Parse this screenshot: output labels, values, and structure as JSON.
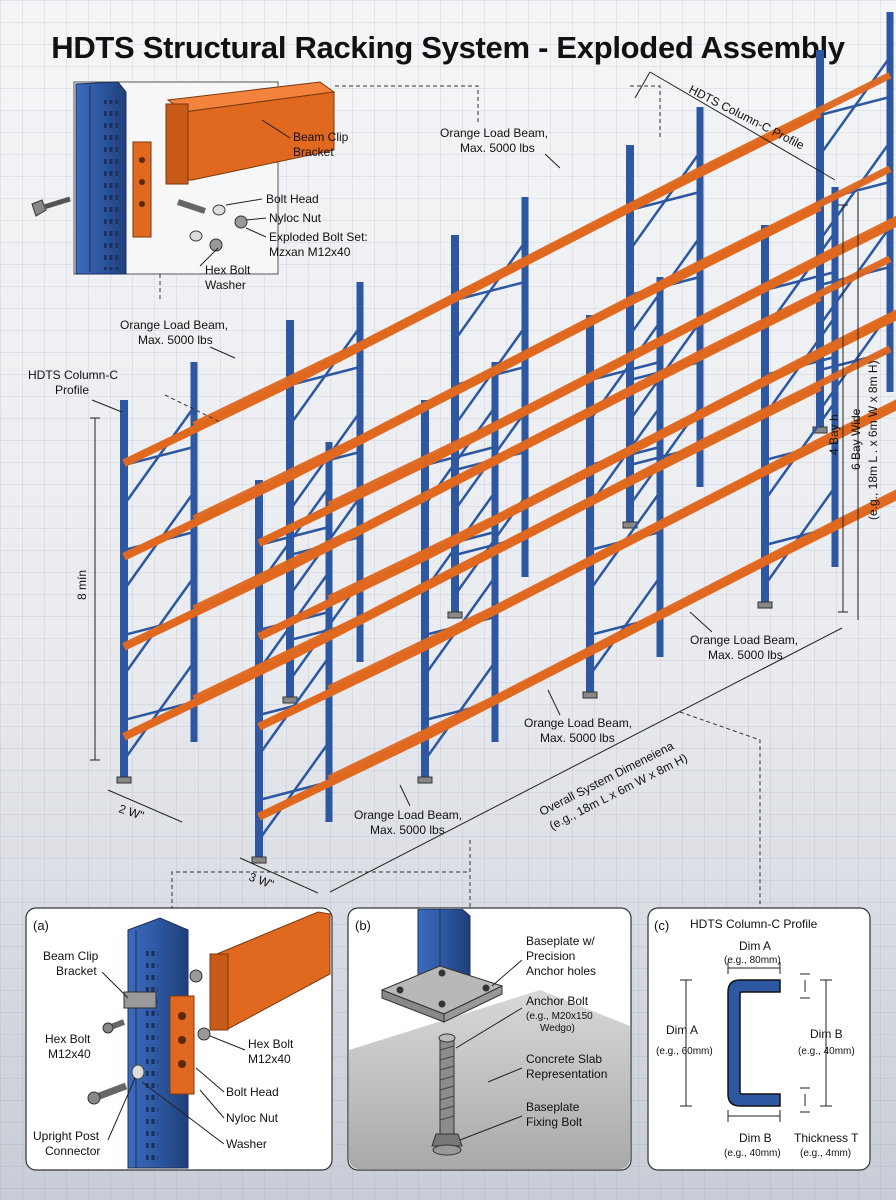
{
  "title": "HDTS Structural Racking System - Exploded Assembly",
  "colors": {
    "upright_blue": "#2d57a0",
    "beam_orange": "#e0681f",
    "panel_border": "#333333"
  },
  "main_callouts": {
    "beam_clip_bracket": [
      "Beam Clip",
      "Bracket"
    ],
    "bolt_head": "Bolt Head",
    "nyloc_nut": "Nyloc Nut",
    "exploded_bolt_set": [
      "Exploded Bolt Set:",
      "Mzxan M12x40"
    ],
    "hex_bolt_washer": [
      "Hex Bolt",
      "Washer"
    ],
    "beam_top_center": [
      "Orange Load Beam,",
      "Max. 5000 lbs"
    ],
    "beam_left": [
      "Orange Load Beam,",
      "Max. 5000 lbs"
    ],
    "column_profile_left": [
      "HDTS Column-C",
      "Profile"
    ],
    "column_profile_top": "HDTS Column-C Profile",
    "beam_right": [
      "Orange Load Beam,",
      "Max. 5000 lbs"
    ],
    "beam_mid": [
      "Orange Load Beam,",
      "Max. 5000 lbs"
    ],
    "beam_bottom": [
      "Orange Load Beam,",
      "Max. 5000 lbs"
    ]
  },
  "dimensions": {
    "height_left": "8 mín",
    "bay_height": "4 Bay h",
    "bay_wide": [
      "6 Bay Wide",
      "(e.g., 18m L . x 6m W x 8m H)"
    ],
    "depth_1": "2 W\"",
    "depth_2": "3 W\"",
    "overall": [
      "Overall System Dimeneiena",
      "(e.g., 18m L x 6m W x 8m H)"
    ]
  },
  "panel_a": {
    "tag": "(a)",
    "beam_clip_bracket": [
      "Beam Clip",
      "Bracket"
    ],
    "hex_bolt_left": [
      "Hex Bolt",
      "M12x40"
    ],
    "hex_bolt_right": [
      "Hex Bolt",
      "M12x40"
    ],
    "bolt_head": "Bolt Head",
    "nyloc_nut": "Nyloc Nut",
    "washer": "Washer",
    "upright_post_connector": [
      "Upright Post",
      "Connector"
    ]
  },
  "panel_b": {
    "tag": "(b)",
    "baseplate": [
      "Baseplate w/",
      "Precision",
      "Anchor holes"
    ],
    "anchor_bolt": "Anchor Bolt",
    "anchor_bolt_spec": [
      "(e.g., M20x150",
      "Wedgo)"
    ],
    "concrete": [
      "Concrete Slab",
      "Representation"
    ],
    "fixing_bolt": [
      "Baseplate",
      "Fixing Bolt"
    ]
  },
  "panel_c": {
    "tag": "(c)",
    "title": "HDTS Column-C Profile",
    "dim_a_top": "Dim A",
    "dim_a_top_val": "(e.g., 80mm)",
    "dim_a_left": "Dim A",
    "dim_a_left_val": "(e.g., 60mm)",
    "dim_b_right": "Dim B",
    "dim_b_right_val": "(e.g., 40mm)",
    "dim_b_bottom": "Dim B",
    "dim_b_bottom_val": "(e.g., 40mm)",
    "thickness": "Thickness T",
    "thickness_val": "(e.g., 4mm)"
  }
}
